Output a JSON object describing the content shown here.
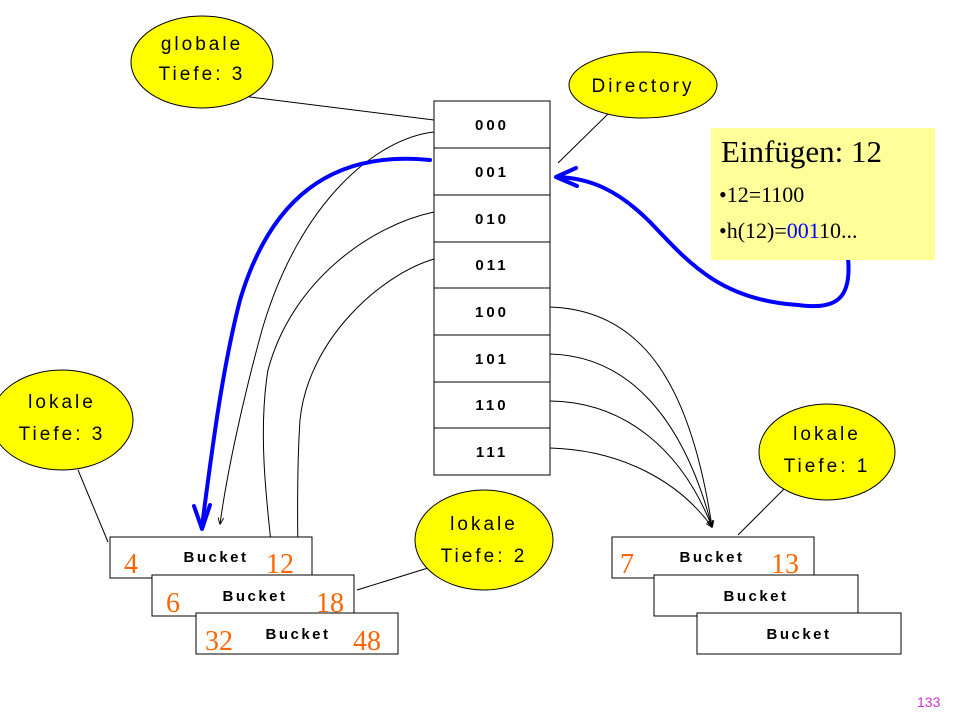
{
  "labels": {
    "global_depth": [
      "globale",
      "Tiefe: 3"
    ],
    "directory": "Directory",
    "local_depth_left": [
      "lokale",
      "Tiefe: 3"
    ],
    "local_depth_middle": [
      "lokale",
      "Tiefe: 2"
    ],
    "local_depth_right": [
      "lokale",
      "Tiefe: 1"
    ]
  },
  "directory_entries": [
    "000",
    "001",
    "010",
    "011",
    "100",
    "101",
    "110",
    "111"
  ],
  "bucket_label": "Bucket",
  "buckets": {
    "group_a": [
      {
        "label": "Bucket",
        "left_value": "4",
        "right_value": "12"
      },
      {
        "label": "Bucket",
        "left_value": "6",
        "right_value": "18"
      },
      {
        "label": "Bucket",
        "left_value": "32",
        "right_value": "48"
      }
    ],
    "group_b": [
      {
        "label": "Bucket",
        "left_value": "7",
        "right_value": "13"
      },
      {
        "label": "Bucket",
        "left_value": "",
        "right_value": ""
      },
      {
        "label": "Bucket",
        "left_value": "",
        "right_value": ""
      }
    ]
  },
  "insert_box": {
    "title": "Einfügen: 12",
    "line1": "12=1100",
    "line2_prefix": "h(12)=",
    "line2_highlight": "001",
    "line2_suffix": "10..."
  },
  "page_number": "133",
  "colors": {
    "ellipse_fill": "#ffff00",
    "insert_box_fill": "#ffff99",
    "arrow_blue": "#0000ff",
    "value_orange": "#ff6600",
    "page_number": "#cc33cc"
  }
}
